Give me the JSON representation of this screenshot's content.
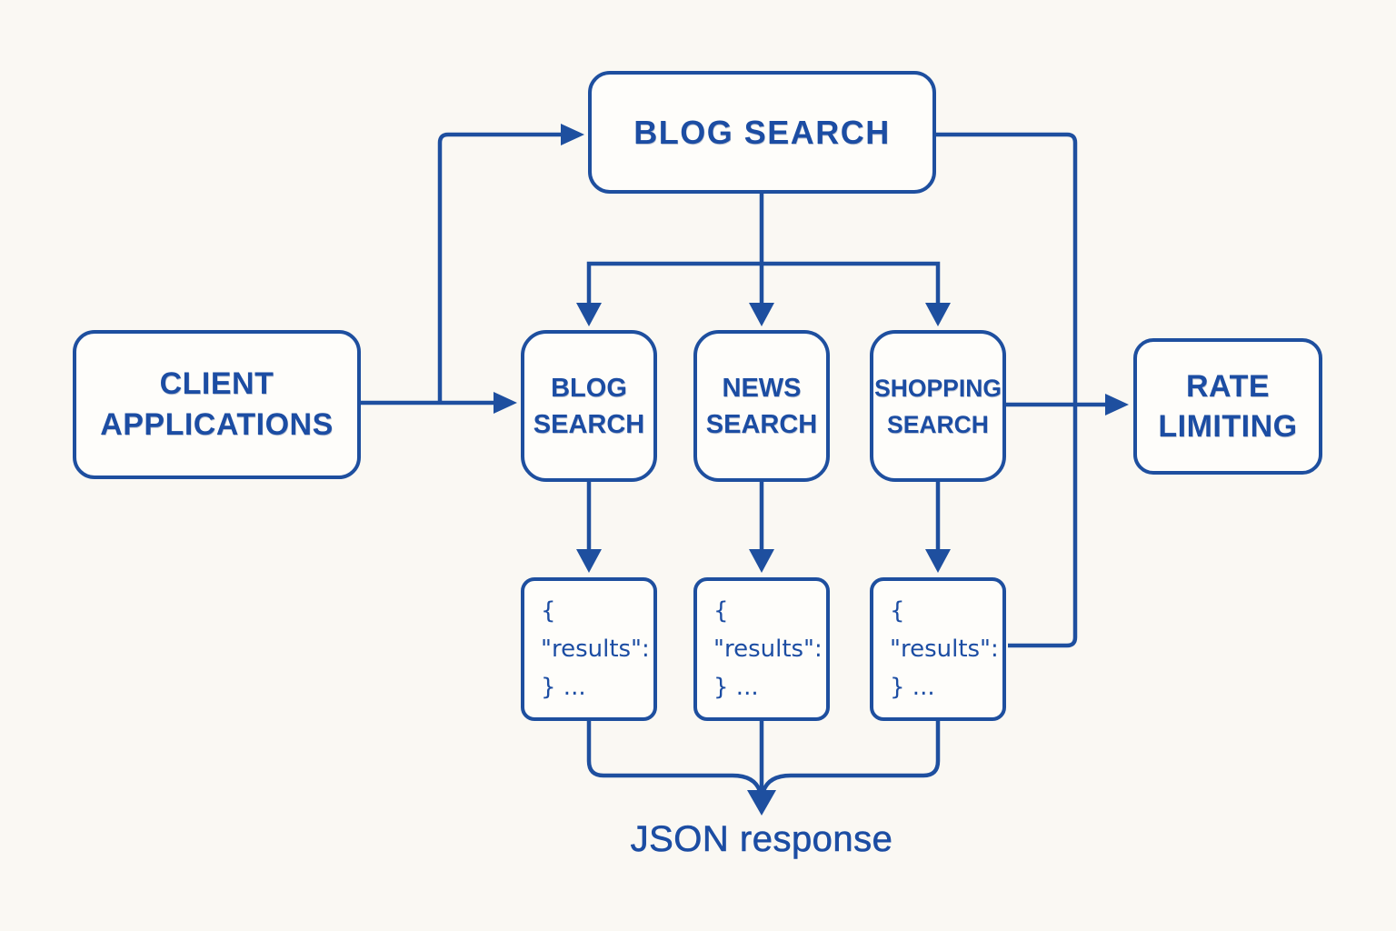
{
  "colors": {
    "accent": "#1e4f9f",
    "text": "#1c4da3",
    "background": "#faf8f3",
    "node_fill": "#fefdfa"
  },
  "nodes": {
    "blog_search_top": {
      "label": "BLOG SEARCH"
    },
    "client_applications": {
      "label": "CLIENT APPLICATIONS"
    },
    "blog_search": {
      "label": "BLOG SEARCH"
    },
    "news_search": {
      "label": "NEWS SEARCH"
    },
    "shopping_search": {
      "label": "SHOPPING SEARCH"
    },
    "rate_limiting": {
      "label": "RATE LIMITING"
    },
    "blog_results": {
      "lines": [
        "{",
        "\"results\":",
        "} ..."
      ]
    },
    "news_results": {
      "lines": [
        "{",
        "\"results\":",
        "} ..."
      ]
    },
    "shopping_results": {
      "lines": [
        "{",
        "\"results\":",
        "} ..."
      ]
    }
  },
  "caption": {
    "label": "JSON response"
  }
}
